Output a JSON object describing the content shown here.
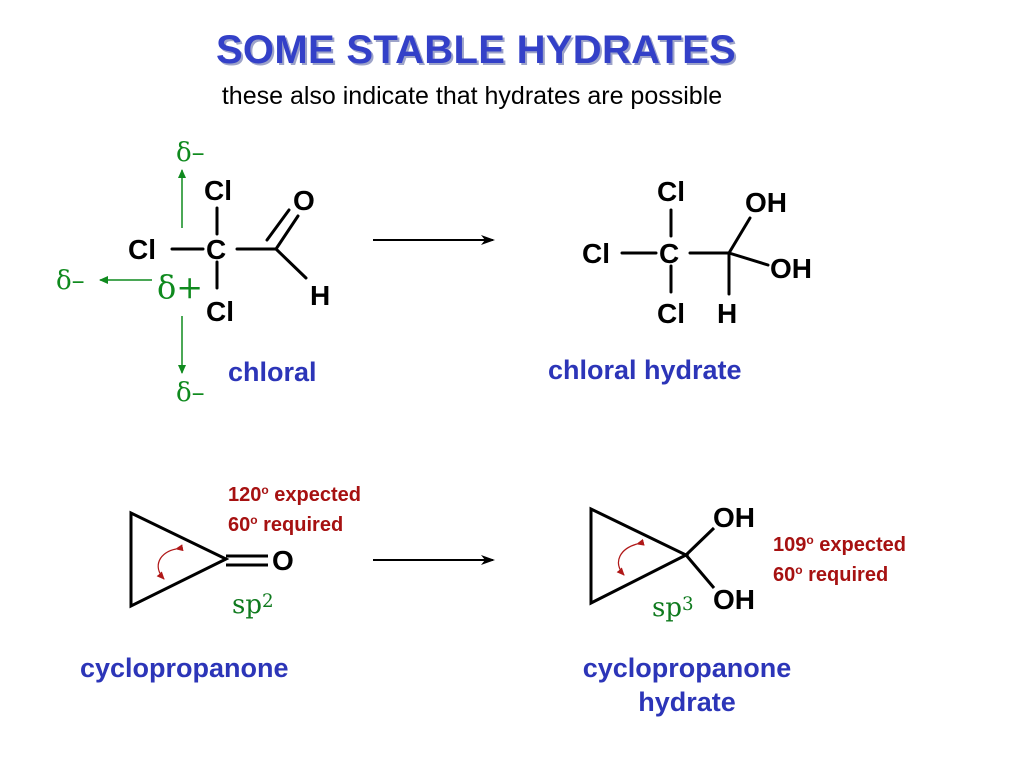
{
  "title": "SOME STABLE HYDRATES",
  "subtitle": "these also indicate that hydrates are possible",
  "chloral": {
    "label": "chloral",
    "atoms": {
      "cl_top": "Cl",
      "cl_left": "Cl",
      "c": "C",
      "cl_bottom": "Cl",
      "o": "O",
      "h": "H"
    },
    "charges": {
      "delta_top": "δ–",
      "delta_left": "δ–",
      "delta_center": "δ+",
      "delta_bottom": "δ–"
    }
  },
  "chloral_hydrate": {
    "label": "chloral hydrate",
    "atoms": {
      "cl_top": "Cl",
      "cl_left": "Cl",
      "c": "C",
      "cl_bottom": "Cl",
      "oh_top": "OH",
      "oh_right": "OH",
      "h": "H"
    }
  },
  "cyclopropanone": {
    "label": "cyclopropanone",
    "o": "O",
    "hybridization": "sp",
    "hybridization_sup": "2",
    "note_line1": "120",
    "note_line1_rest": " expected",
    "note_line2": "60",
    "note_line2_rest": " required",
    "degree_sup": "o"
  },
  "cyclopropanone_hydrate": {
    "label_line1": "cyclopropanone",
    "label_line2": "hydrate",
    "oh_top": "OH",
    "oh_bottom": "OH",
    "hybridization": "sp",
    "hybridization_sup": "3",
    "note_line1": "109",
    "note_line1_rest": " expected",
    "note_line2": "60",
    "note_line2_rest": " required",
    "degree_sup": "o"
  },
  "colors": {
    "title": "#3340c8",
    "label_blue": "#2c35b8",
    "delta_green": "#0f8a1e",
    "note_red": "#a61111",
    "arc_red": "#b01818"
  }
}
